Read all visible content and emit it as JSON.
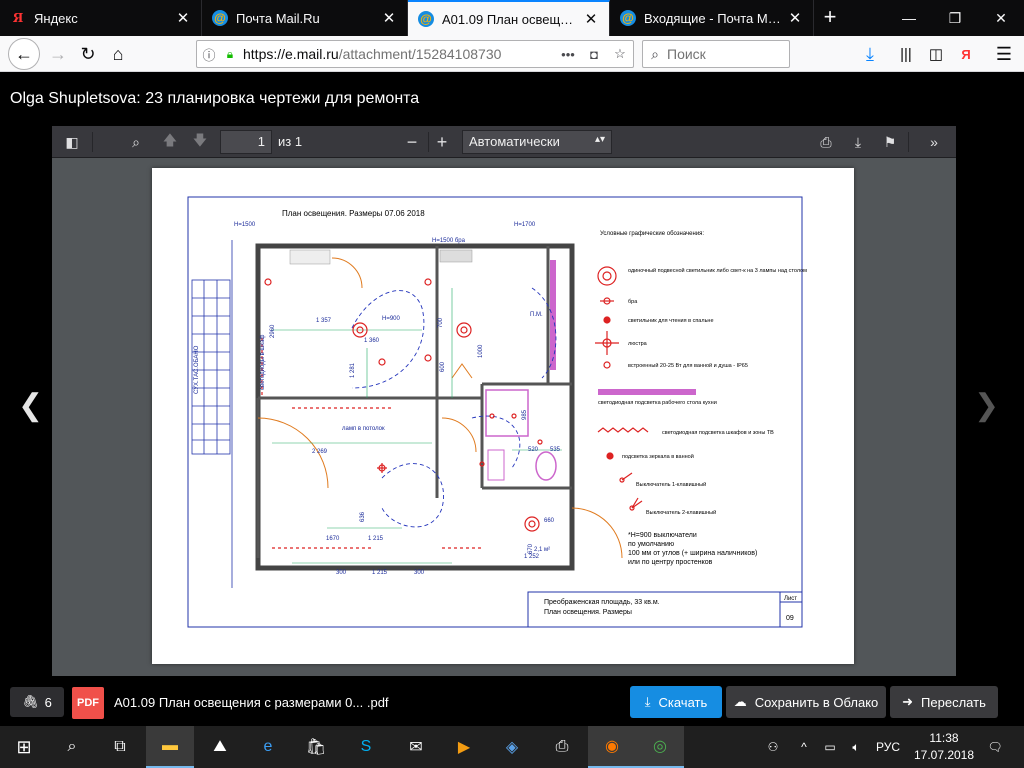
{
  "browser": {
    "tabs": [
      {
        "title": "Яндекс",
        "favicon": "yandex-icon"
      },
      {
        "title": "Почта Mail.Ru",
        "favicon": "mailru-icon"
      },
      {
        "title": "A01.09 План освещения с",
        "favicon": "mailru-icon"
      },
      {
        "title": "Входящие - Почта Mail.Ru",
        "favicon": "mailru-icon"
      }
    ],
    "url_host": "https://e.mail.ru",
    "url_rest": "/attachment/15284108730",
    "search_placeholder": "Поиск",
    "extension_label": "Я"
  },
  "page": {
    "doc_title": "Olga Shupletsova: 23 планировка чертежи для ремонта"
  },
  "pdf_toolbar": {
    "page_number": "1",
    "of_pages": "из 1",
    "zoom": "Автоматически"
  },
  "drawing": {
    "title": "План освещения. Размеры 07.06 2018",
    "legend_header": "Условные графические обозначения:",
    "legend": [
      "одиночный подвесной светильник либо свет-к на 3 лампы над столом",
      "бра",
      "светильник для чтения в спальне",
      "люстра",
      "встроенный 20-25 Вт для ванной и душа - IP65",
      "светодиодная подсветка рабочего стола кухни",
      "светодиодная подсветка шкафов и зоны ТВ",
      "подсветка зеркала в ванной",
      "Выключатель 1-клавишный",
      "Выключатель 2-клавишный"
    ],
    "notes": [
      "*H=900 выключатели",
      "по умолчанию",
      "100 мм от углов (+ ширина наличников)",
      "или по центру простенков"
    ],
    "stamp_line1": "Преображенская площадь, 33 кв.м.",
    "stamp_line2": "План освещения. Размеры",
    "sheet_label": "Лист",
    "sheet_number": "09",
    "dims": [
      "1 357",
      "2960",
      "1 281",
      "2 269",
      "1670",
      "1 215",
      "300",
      "1 215",
      "300",
      "1 360",
      "1000",
      "700",
      "600",
      "985",
      "520",
      "535",
      "660",
      "670",
      "1 252",
      "2,1 м²",
      "636",
      "H=1500",
      "H=1700",
      "H=1500 бра",
      "H=900",
      "П.М.",
      "СУХ.ТАС.ОБАНО",
      "светодиоды в шкаф",
      "ламп в потолок"
    ]
  },
  "attachment_bar": {
    "count": "6",
    "file_type": "PDF",
    "file_name": "A01.09 План освещения с размерами 0... .pdf",
    "download": "Скачать",
    "save_cloud": "Сохранить в Облако",
    "forward": "Переслать"
  },
  "taskbar": {
    "lang": "РУС",
    "time": "11:38",
    "date": "17.07.2018"
  }
}
